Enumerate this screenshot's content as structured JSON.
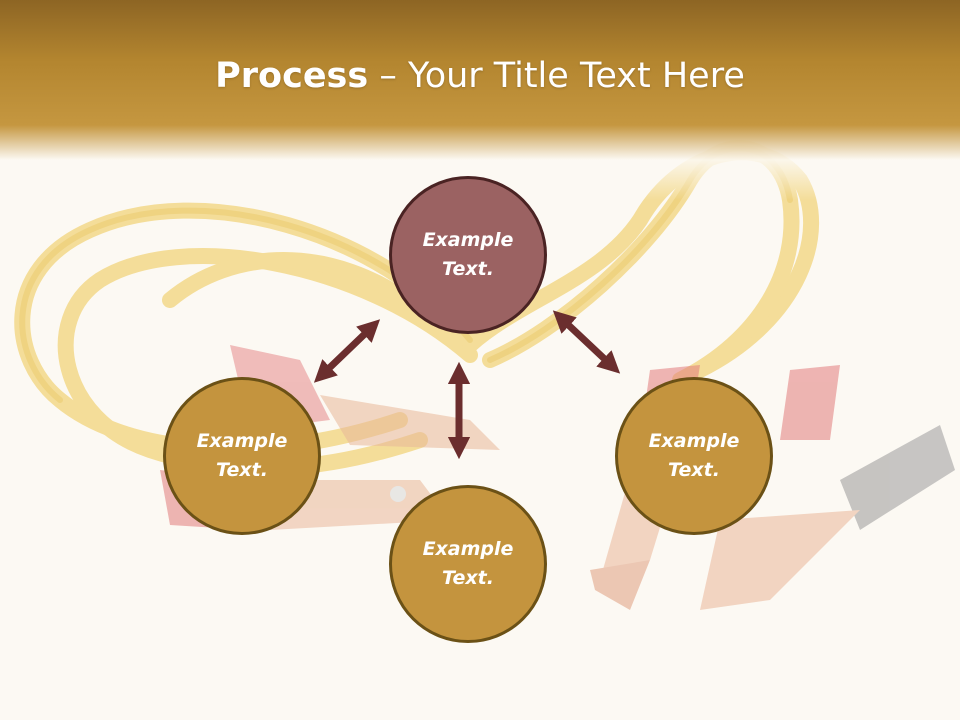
{
  "slide": {
    "title_bold": "Process",
    "title_rest": " – Your Title Text Here"
  },
  "nodes": [
    {
      "id": "top",
      "line1": "Example",
      "line2": "Text."
    },
    {
      "id": "left",
      "line1": "Example",
      "line2": "Text."
    },
    {
      "id": "bottom",
      "line1": "Example",
      "line2": "Text."
    },
    {
      "id": "right",
      "line1": "Example",
      "line2": "Text."
    }
  ],
  "colors": {
    "header": "#c59740",
    "top_node": "#9b6262",
    "gold_node": "#c4943e",
    "arrow": "#6b2e2e",
    "background": "#fcf9f3"
  }
}
